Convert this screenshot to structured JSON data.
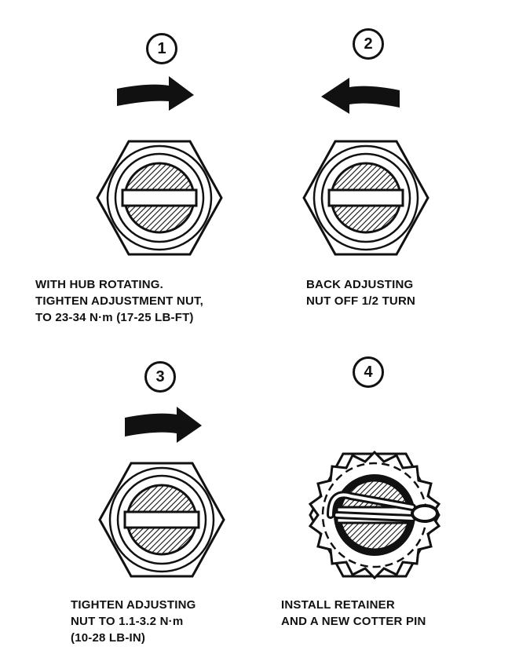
{
  "steps": [
    {
      "number": "1",
      "caption": [
        "WITH HUB ROTATING.",
        "TIGHTEN ADJUSTMENT NUT,",
        "TO 23-34 N·m (17-25 LB-FT)"
      ],
      "arrow": "arrow-right-icon",
      "part": "hex-nut-icon"
    },
    {
      "number": "2",
      "caption": [
        "BACK ADJUSTING",
        "NUT OFF 1/2 TURN"
      ],
      "arrow": "arrow-left-icon",
      "part": "hex-nut-icon"
    },
    {
      "number": "3",
      "caption": [
        "TIGHTEN ADJUSTING",
        "NUT TO 1.1-3.2 N·m",
        "(10-28 LB-IN)"
      ],
      "arrow": "arrow-right-icon",
      "part": "hex-nut-icon"
    },
    {
      "number": "4",
      "caption": [
        "INSTALL RETAINER",
        "AND A NEW COTTER PIN"
      ],
      "part": "nut-retainer-cotter-pin-icon"
    }
  ],
  "colors": {
    "ink": "#111111",
    "paper": "#ffffff"
  }
}
